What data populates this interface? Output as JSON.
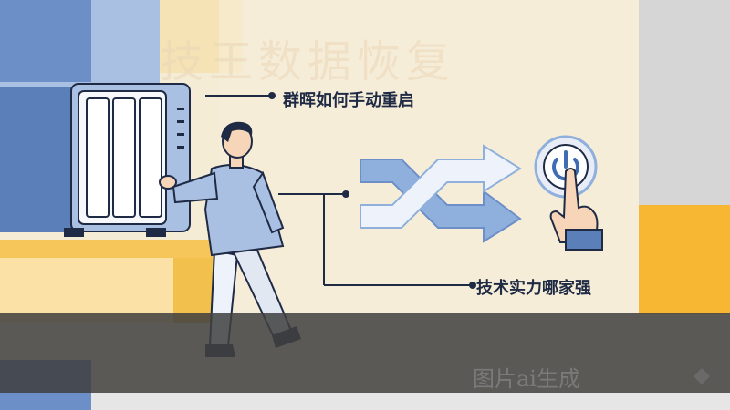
{
  "heading_watermark": "技王数据恢复",
  "callouts": {
    "top": "群晖如何手动重启",
    "bottom": "技术实力哪家强"
  },
  "footer": {
    "text": "图片ai生成"
  },
  "icons": {
    "nas": "nas-device-icon",
    "shuffle": "shuffle-arrows-icon",
    "power": "power-button-icon",
    "hand": "pointing-hand-icon",
    "person": "person-illustration"
  },
  "colors": {
    "background": "#f5ecd6",
    "accent_blue": "#5b7fb8",
    "accent_yellow": "#f2c04d",
    "dark_text": "#1f2a44"
  }
}
